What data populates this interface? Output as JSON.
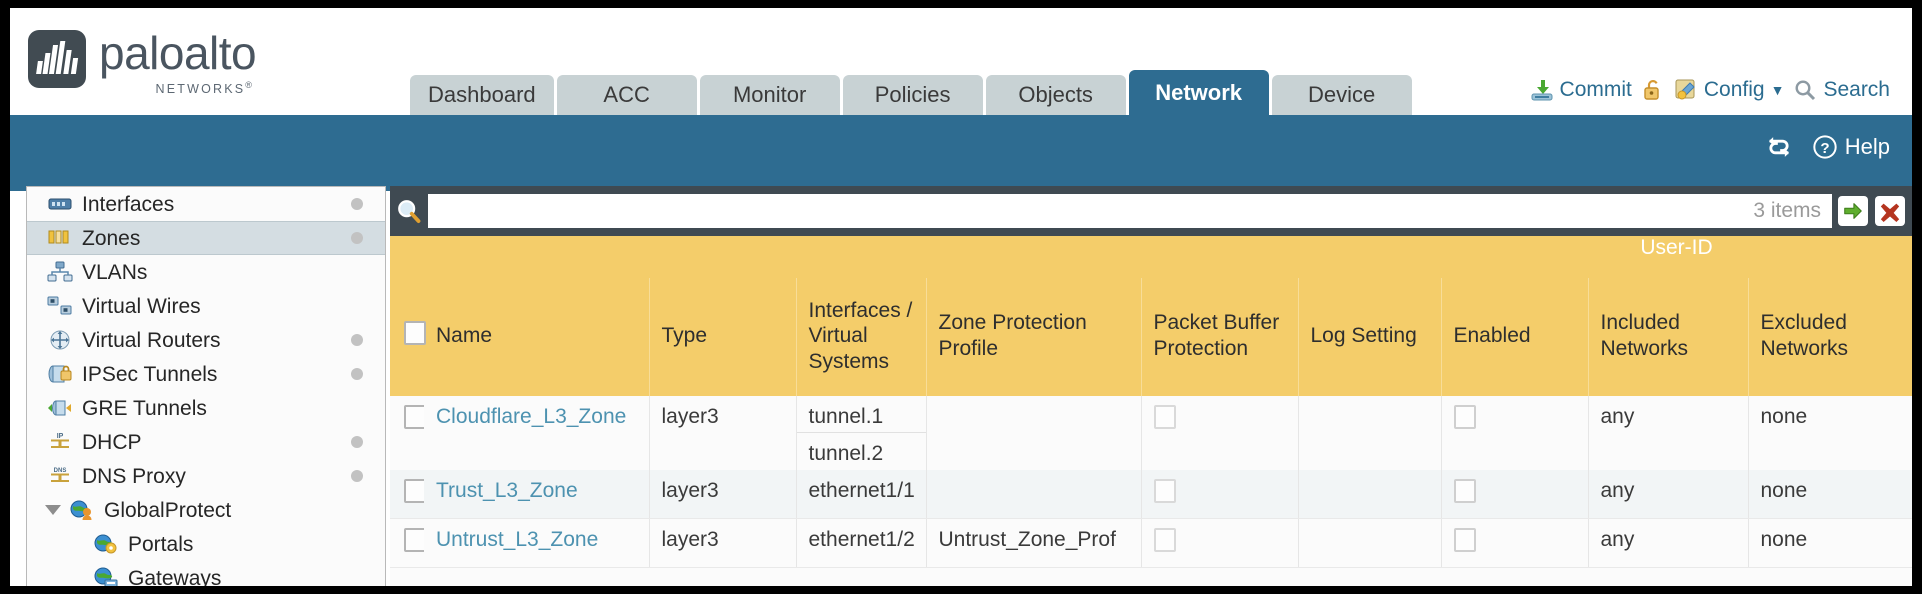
{
  "brand": {
    "name": "paloalto",
    "tagline": "NETWORKS",
    "registered": "®",
    "logo_icon": "paloalto-logo-icon"
  },
  "nav": {
    "tabs": [
      {
        "label": "Dashboard",
        "active": false
      },
      {
        "label": "ACC",
        "active": false
      },
      {
        "label": "Monitor",
        "active": false
      },
      {
        "label": "Policies",
        "active": false
      },
      {
        "label": "Objects",
        "active": false
      },
      {
        "label": "Network",
        "active": true
      },
      {
        "label": "Device",
        "active": false
      }
    ]
  },
  "header_actions": {
    "commit": {
      "label": "Commit",
      "icon": "commit-save-icon"
    },
    "lock": {
      "label": "",
      "icon": "padlock-icon"
    },
    "config": {
      "label": "Config",
      "icon": "config-wrench-icon",
      "caret": "▼"
    },
    "search": {
      "label": "Search",
      "icon": "search-magnifier-icon"
    }
  },
  "bluebar": {
    "refresh": {
      "icon": "refresh-icon"
    },
    "help": {
      "label": "Help",
      "icon": "help-question-icon"
    }
  },
  "sidebar": {
    "items": [
      {
        "label": "Interfaces",
        "icon": "interfaces-icon",
        "dot": true,
        "selected": false,
        "child": false,
        "caret": false
      },
      {
        "label": "Zones",
        "icon": "zones-icon",
        "dot": true,
        "selected": true,
        "child": false,
        "caret": false
      },
      {
        "label": "VLANs",
        "icon": "vlans-icon",
        "dot": false,
        "selected": false,
        "child": false,
        "caret": false
      },
      {
        "label": "Virtual Wires",
        "icon": "virtual-wires-icon",
        "dot": false,
        "selected": false,
        "child": false,
        "caret": false
      },
      {
        "label": "Virtual Routers",
        "icon": "virtual-routers-icon",
        "dot": true,
        "selected": false,
        "child": false,
        "caret": false
      },
      {
        "label": "IPSec Tunnels",
        "icon": "ipsec-tunnels-icon",
        "dot": true,
        "selected": false,
        "child": false,
        "caret": false
      },
      {
        "label": "GRE Tunnels",
        "icon": "gre-tunnels-icon",
        "dot": false,
        "selected": false,
        "child": false,
        "caret": false
      },
      {
        "label": "DHCP",
        "icon": "dhcp-icon",
        "dot": true,
        "selected": false,
        "child": false,
        "caret": false
      },
      {
        "label": "DNS Proxy",
        "icon": "dns-proxy-icon",
        "dot": true,
        "selected": false,
        "child": false,
        "caret": false
      },
      {
        "label": "GlobalProtect",
        "icon": "globalprotect-icon",
        "dot": false,
        "selected": false,
        "child": false,
        "caret": true
      },
      {
        "label": "Portals",
        "icon": "portals-icon",
        "dot": false,
        "selected": false,
        "child": true,
        "caret": false
      },
      {
        "label": "Gateways",
        "icon": "gateways-icon",
        "dot": false,
        "selected": false,
        "child": true,
        "caret": false
      }
    ]
  },
  "search_bar": {
    "icon": "search-magnifier-icon",
    "value": "",
    "placeholder": "",
    "item_count": "3 items",
    "apply_icon": "green-arrow-apply-icon",
    "clear_icon": "red-x-clear-icon"
  },
  "table": {
    "group_headers": [
      {
        "label": "User-ID",
        "span": 3
      }
    ],
    "columns": [
      "Name",
      "Type",
      "Interfaces / Virtual Systems",
      "Zone Protection Profile",
      "Packet Buffer Protection",
      "Log Setting",
      "Enabled",
      "Included Networks",
      "Excluded Networks"
    ],
    "rows": [
      {
        "name": "Cloudflare_L3_Zone",
        "type": "layer3",
        "interfaces": [
          "tunnel.1",
          "tunnel.2"
        ],
        "zone_protection_profile": "",
        "packet_buffer_protection": false,
        "log_setting": "",
        "userid_enabled": false,
        "included_networks": "any",
        "excluded_networks": "none"
      },
      {
        "name": "Trust_L3_Zone",
        "type": "layer3",
        "interfaces": [
          "ethernet1/1"
        ],
        "zone_protection_profile": "",
        "packet_buffer_protection": false,
        "log_setting": "",
        "userid_enabled": false,
        "included_networks": "any",
        "excluded_networks": "none"
      },
      {
        "name": "Untrust_L3_Zone",
        "type": "layer3",
        "interfaces": [
          "ethernet1/2"
        ],
        "zone_protection_profile": "Untrust_Zone_Prof",
        "packet_buffer_protection": false,
        "log_setting": "",
        "userid_enabled": false,
        "included_networks": "any",
        "excluded_networks": "none"
      }
    ]
  },
  "colors": {
    "brand_blue": "#2e6c91",
    "header_yellow": "#f4cd6a",
    "group_header_yellow": "#dcae39",
    "panel_dark": "#3f4a52",
    "link_blue": "#4d92b0",
    "tab_inactive": "#c8d2d4"
  }
}
